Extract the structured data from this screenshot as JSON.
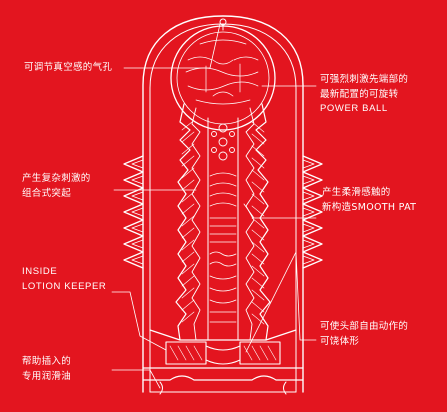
{
  "colors": {
    "background": "#e3151f",
    "line": "#ffffff"
  },
  "labels": {
    "air_hole": [
      "可调节真空感的气孔"
    ],
    "power_ball": [
      "可强烈刺激先端部的",
      "最新配置的可旋转",
      "POWER BALL"
    ],
    "complex_stim": [
      "产生复杂刺激的",
      "组合式突起"
    ],
    "smooth_pat": [
      "产生柔滑感触的",
      "新构造SMOOTH PAT"
    ],
    "lotion_keeper": [
      "INSIDE",
      "LOTION KEEPER"
    ],
    "flexible_head": [
      "可使头部自由动作的",
      "可饶体形"
    ],
    "insert_aid": [
      "帮助插入的",
      "专用润滑油"
    ]
  }
}
